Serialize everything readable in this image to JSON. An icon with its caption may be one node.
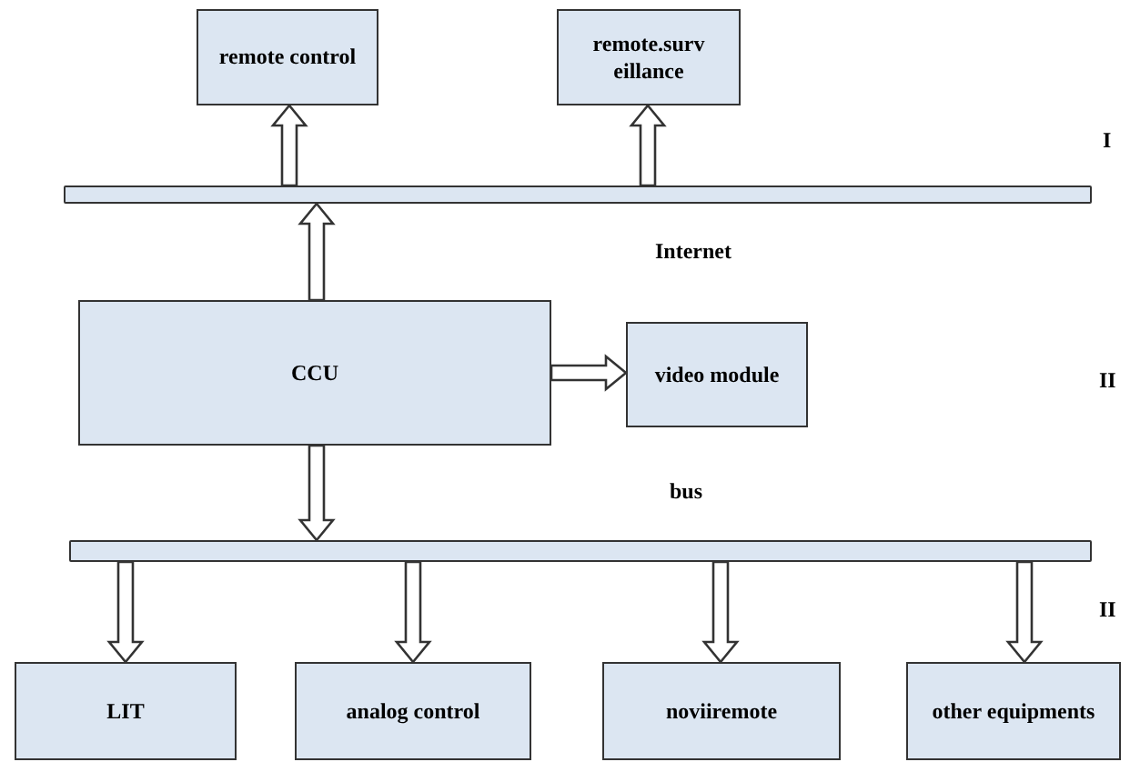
{
  "diagram": {
    "nodes": [
      {
        "text": [
          "remote control"
        ]
      },
      {
        "text": [
          "remote.surv eillance"
        ]
      },
      {
        "text": [],
        "shape": "bar"
      },
      {
        "text": [
          "CCU"
        ]
      },
      {
        "text": [
          "video module"
        ]
      },
      {
        "text": [],
        "shape": "bar"
      },
      {
        "text": [
          "LIT"
        ]
      },
      {
        "text": [
          "analog control"
        ]
      },
      {
        "text": [
          "noviiremote"
        ]
      },
      {
        "text": [
          "other equipments"
        ]
      }
    ],
    "edges": [
      {
        "from": 2,
        "to": 0,
        "arrow": "to"
      },
      {
        "from": 2,
        "to": 1,
        "arrow": "to"
      },
      {
        "from": 3,
        "to": 2,
        "arrow": "to"
      },
      {
        "from": 3,
        "to": 4,
        "arrow": "to"
      },
      {
        "from": 3,
        "to": 5,
        "arrow": "to"
      },
      {
        "from": 5,
        "to": 6,
        "arrow": "to"
      },
      {
        "from": 5,
        "to": 7,
        "arrow": "to"
      },
      {
        "from": 5,
        "to": 8,
        "arrow": "to"
      },
      {
        "from": 5,
        "to": 9,
        "arrow": "to"
      }
    ],
    "labels": [
      "I",
      "Internet",
      "II",
      "bus",
      "II"
    ]
  }
}
